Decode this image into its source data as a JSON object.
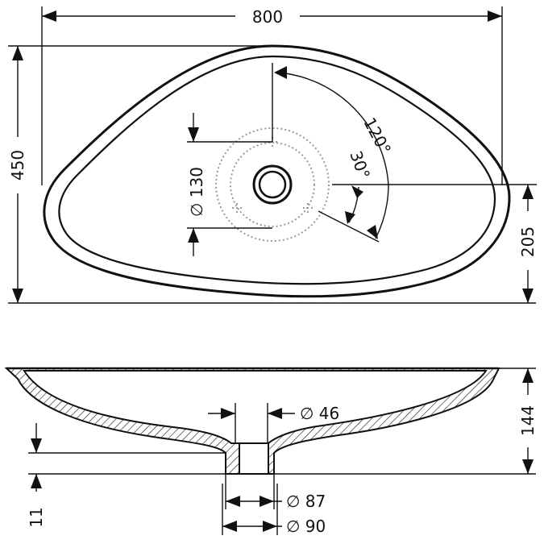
{
  "diagram": {
    "top_view": {
      "width": "800",
      "height": "450",
      "offset": "205",
      "angle_large": "120°",
      "angle_small": "30°",
      "drain_circle": "∅ 130"
    },
    "side_view": {
      "height": "144",
      "drain_top": "∅ 46",
      "drain_inner": "∅ 87",
      "drain_outer": "∅ 90",
      "base_height": "11"
    }
  }
}
